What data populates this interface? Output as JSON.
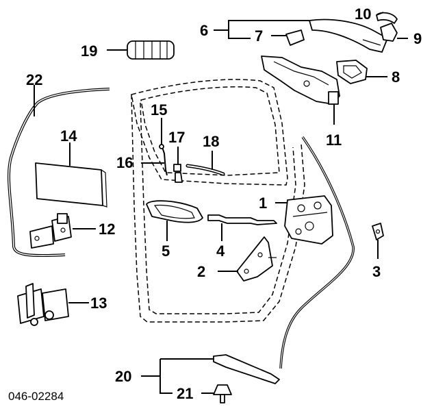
{
  "diagram": {
    "figure_number": "046-02284",
    "callouts": {
      "c1": "1",
      "c2": "2",
      "c3": "3",
      "c4": "4",
      "c5": "5",
      "c6": "6",
      "c7": "7",
      "c8": "8",
      "c9": "9",
      "c10": "10",
      "c11": "11",
      "c12": "12",
      "c13": "13",
      "c14": "14",
      "c15": "15",
      "c16": "16",
      "c17": "17",
      "c18": "18",
      "c19": "19",
      "c20": "20",
      "c21": "21",
      "c22": "22"
    }
  }
}
